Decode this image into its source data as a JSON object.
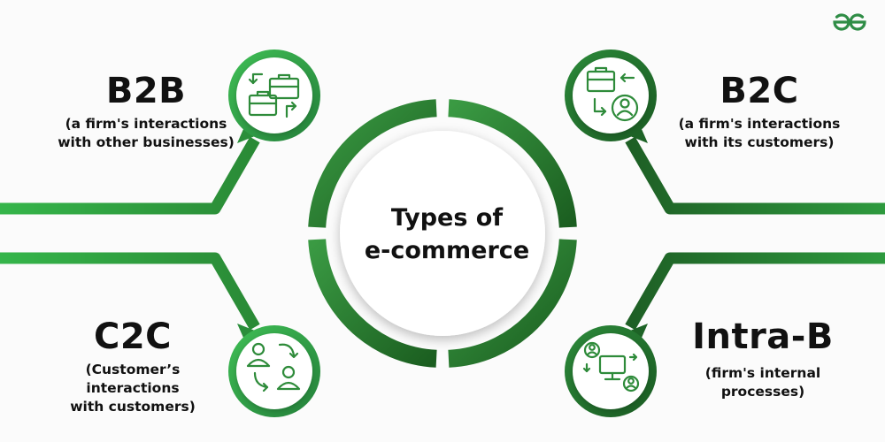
{
  "center": {
    "line1": "Types of",
    "line2": "e-commerce"
  },
  "types": [
    {
      "title": "B2B",
      "desc_line1": "(a firm's interactions",
      "desc_line2": "with other businesses)",
      "desc_line3": ""
    },
    {
      "title": "B2C",
      "desc_line1": "(a firm's interactions",
      "desc_line2": "with its customers)",
      "desc_line3": ""
    },
    {
      "title": "C2C",
      "desc_line1": "(Customer’s",
      "desc_line2": "interactions",
      "desc_line3": "with customers)"
    },
    {
      "title": "Intra-B",
      "desc_line1": "(firm's internal",
      "desc_line2": "processes)",
      "desc_line3": ""
    }
  ],
  "icons": [
    "briefcase-exchange-icon",
    "briefcase-customer-icon",
    "people-exchange-icon",
    "computer-users-icon"
  ],
  "brand": {
    "logo": "GfG"
  },
  "colors": {
    "primary_green": "#2e8b3a",
    "dark_green": "#1b5e20",
    "light_green": "#34b34a",
    "text": "#111111"
  }
}
